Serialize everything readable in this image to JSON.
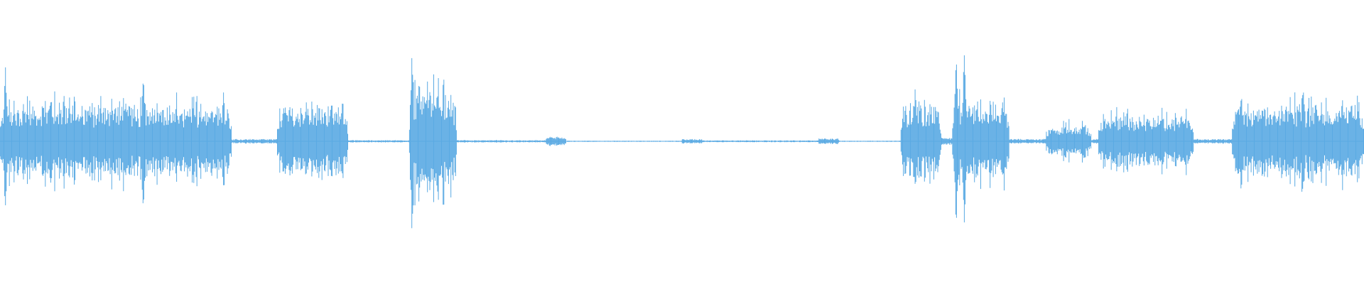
{
  "waveform": {
    "color": "#5aaae3",
    "background": "#ffffff",
    "segments": [
      {
        "start": 0.0,
        "end": 0.17,
        "amp": 0.3,
        "peak": 0.62,
        "peaks_at": [
          0.004,
          0.105
        ]
      },
      {
        "start": 0.17,
        "end": 0.203,
        "amp": 0.02,
        "peak": 0.04,
        "peaks_at": []
      },
      {
        "start": 0.203,
        "end": 0.255,
        "amp": 0.3,
        "peak": 0.32,
        "peaks_at": []
      },
      {
        "start": 0.255,
        "end": 0.3,
        "amp": 0.01,
        "peak": 0.02,
        "peaks_at": []
      },
      {
        "start": 0.3,
        "end": 0.335,
        "amp": 0.4,
        "peak": 0.9,
        "peaks_at": [
          0.302
        ]
      },
      {
        "start": 0.335,
        "end": 0.4,
        "amp": 0.01,
        "peak": 0.015,
        "peaks_at": []
      },
      {
        "start": 0.4,
        "end": 0.415,
        "amp": 0.04,
        "peak": 0.05,
        "peaks_at": []
      },
      {
        "start": 0.415,
        "end": 0.5,
        "amp": 0.005,
        "peak": 0.01,
        "peaks_at": []
      },
      {
        "start": 0.5,
        "end": 0.515,
        "amp": 0.02,
        "peak": 0.03,
        "peaks_at": []
      },
      {
        "start": 0.515,
        "end": 0.6,
        "amp": 0.008,
        "peak": 0.012,
        "peaks_at": []
      },
      {
        "start": 0.6,
        "end": 0.615,
        "amp": 0.025,
        "peak": 0.03,
        "peaks_at": []
      },
      {
        "start": 0.615,
        "end": 0.66,
        "amp": 0.005,
        "peak": 0.01,
        "peaks_at": []
      },
      {
        "start": 0.66,
        "end": 0.69,
        "amp": 0.3,
        "peak": 0.45,
        "peaks_at": [
          0.671
        ]
      },
      {
        "start": 0.69,
        "end": 0.698,
        "amp": 0.03,
        "peak": 0.05,
        "peaks_at": []
      },
      {
        "start": 0.698,
        "end": 0.74,
        "amp": 0.35,
        "peak": 0.8,
        "peaks_at": [
          0.701,
          0.707
        ]
      },
      {
        "start": 0.74,
        "end": 0.767,
        "amp": 0.02,
        "peak": 0.03,
        "peaks_at": []
      },
      {
        "start": 0.767,
        "end": 0.8,
        "amp": 0.14,
        "peak": 0.18,
        "peaks_at": []
      },
      {
        "start": 0.8,
        "end": 0.805,
        "amp": 0.02,
        "peak": 0.03,
        "peaks_at": []
      },
      {
        "start": 0.805,
        "end": 0.875,
        "amp": 0.22,
        "peak": 0.28,
        "peaks_at": []
      },
      {
        "start": 0.875,
        "end": 0.903,
        "amp": 0.02,
        "peak": 0.03,
        "peaks_at": []
      },
      {
        "start": 0.903,
        "end": 1.0,
        "amp": 0.3,
        "peak": 0.45,
        "peaks_at": [
          0.91
        ]
      }
    ]
  }
}
